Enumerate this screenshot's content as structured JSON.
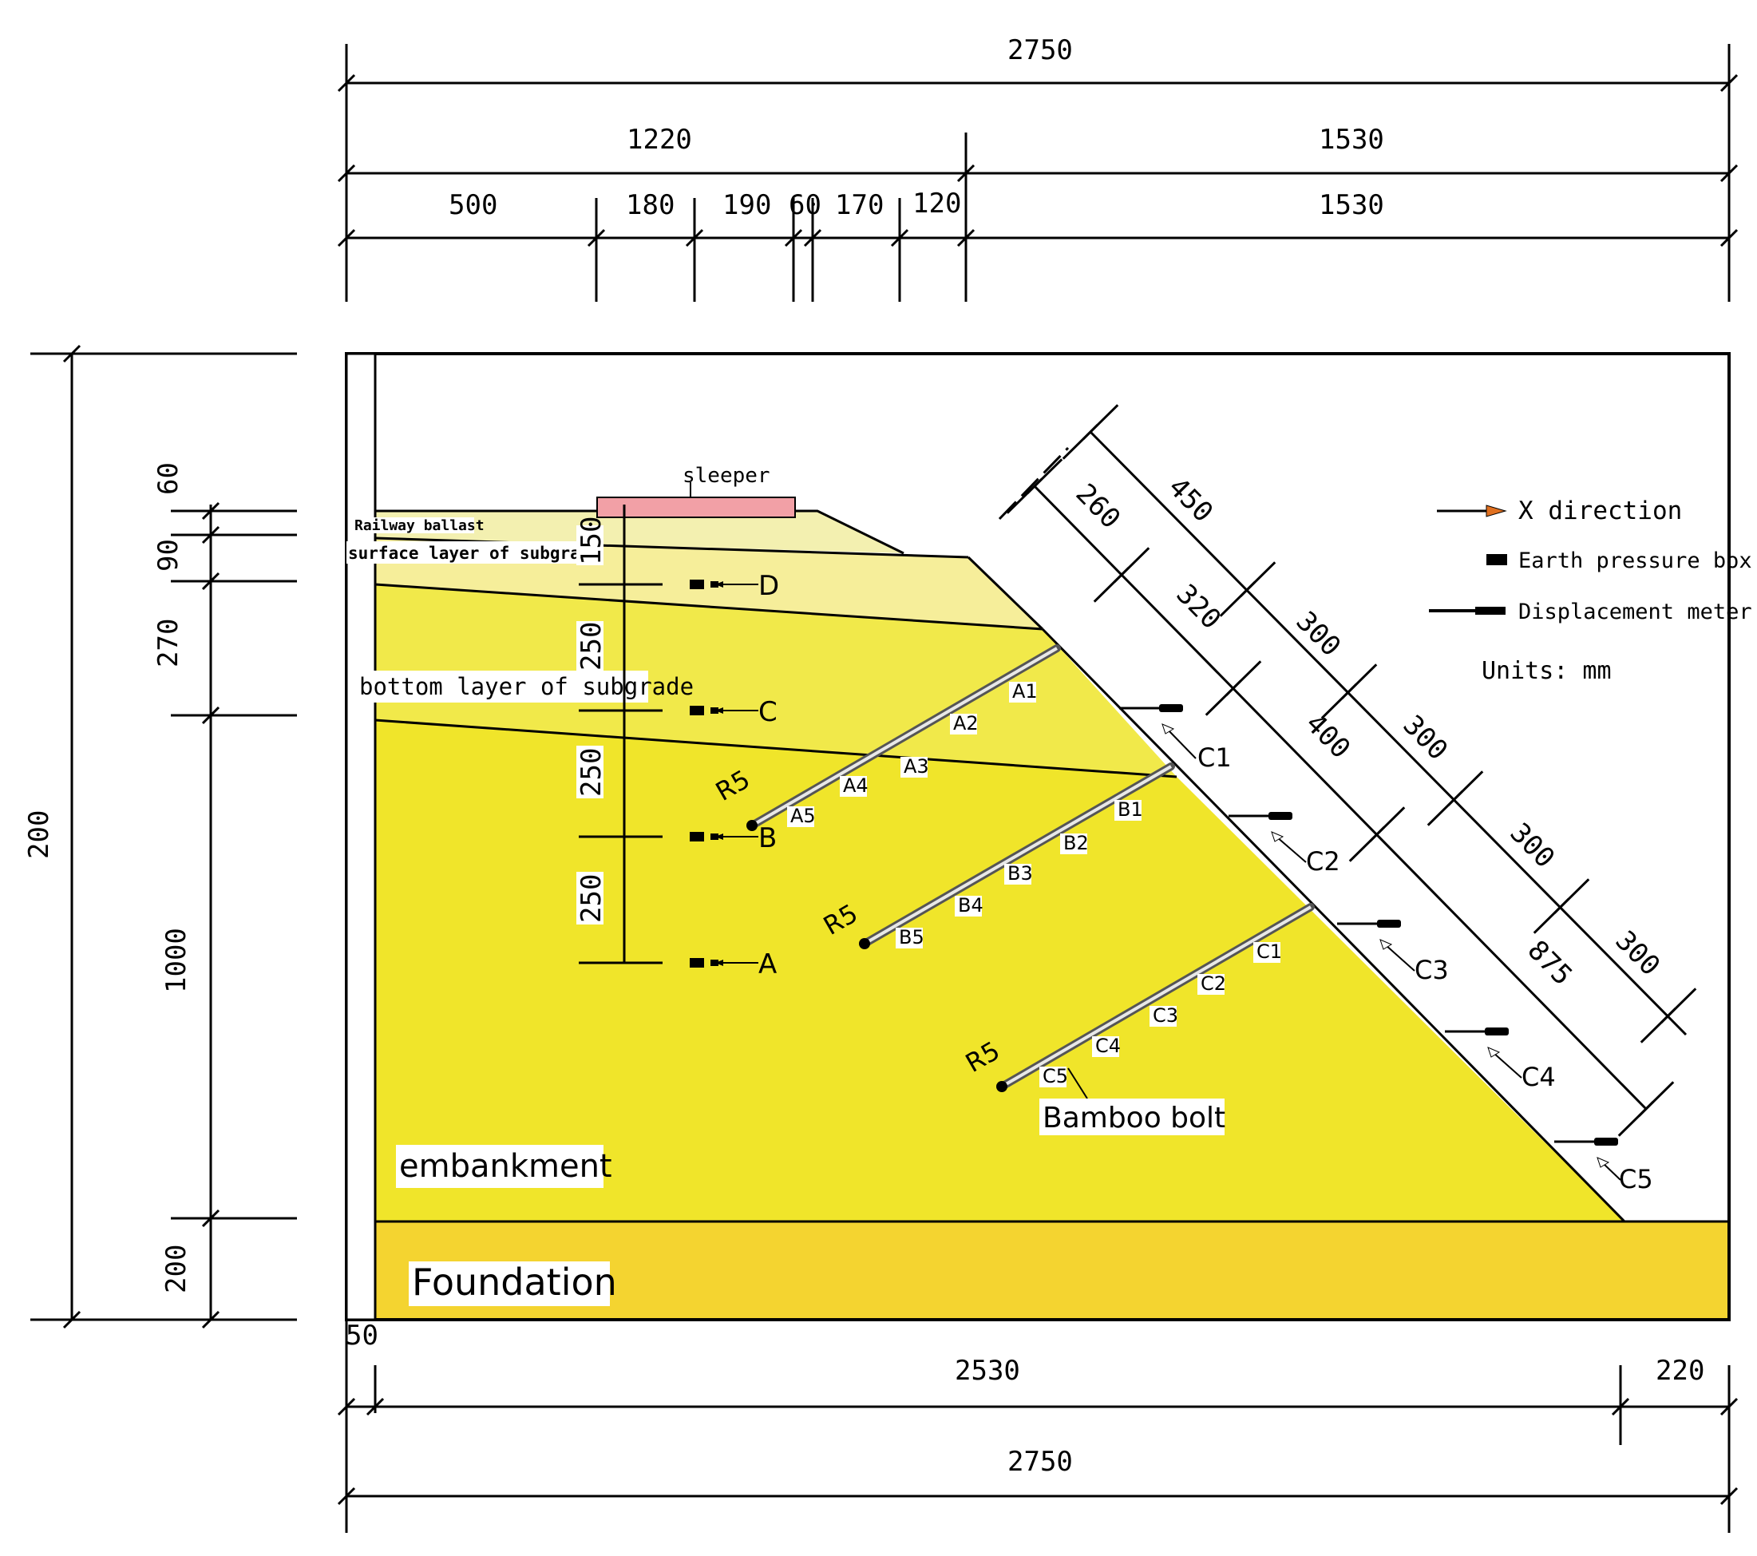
{
  "dimensions": {
    "top_total": "2750",
    "top_left": "1220",
    "top_right": "1530",
    "top_seg_1": "500",
    "top_seg_2": "180",
    "top_seg_3": "190",
    "top_seg_4": "60",
    "top_seg_5": "170",
    "top_seg_6": "120",
    "top_seg_7": "1530",
    "bottom_wall": "50",
    "bottom_main": "2530",
    "bottom_right": "220",
    "bottom_total": "2750",
    "left_total": "200",
    "left_seg_1": "60",
    "left_seg_2": "90",
    "left_seg_3": "270",
    "left_seg_4": "1000",
    "left_seg_5": "200",
    "vertical_150": "150",
    "vertical_250_a": "250",
    "vertical_250_b": "250",
    "vertical_250_c": "250",
    "slope_outer_1": "450",
    "slope_outer_2": "300",
    "slope_outer_3": "300",
    "slope_outer_4": "300",
    "slope_outer_5": "300",
    "slope_inner_1": "260",
    "slope_inner_2": "320",
    "slope_inner_3": "400",
    "slope_inner_4": "875"
  },
  "labels": {
    "sleeper": "sleeper",
    "ballast": "Railway ballast",
    "surface_layer": "surface layer of subgrade",
    "bottom_layer": "bottom layer of subgrade",
    "embankment": "embankment",
    "foundation": "Foundation",
    "bamboo_bolt": "Bamboo bolt",
    "r5_a": "R5",
    "r5_b": "R5",
    "r5_c": "R5"
  },
  "legend": {
    "x_direction": "X direction",
    "earth_pressure_box": "Earth pressure box",
    "displacement_meter": "Displacement meter",
    "units": "Units: mm"
  },
  "pressure_points": [
    "D",
    "C",
    "B",
    "A"
  ],
  "bolt_a_points": [
    "A1",
    "A2",
    "A3",
    "A4",
    "A5"
  ],
  "bolt_b_points": [
    "B1",
    "B2",
    "B3",
    "B4",
    "B5"
  ],
  "bolt_c_points": [
    "C1",
    "C2",
    "C3",
    "C4",
    "C5"
  ],
  "displacement_meters": [
    "C1",
    "C2",
    "C3",
    "C4",
    "C5"
  ],
  "colors": {
    "ballast": "#f3f0b0",
    "surface_layer": "#f6ee9a",
    "bottom_layer": "#f1e94a",
    "embankment": "#f0e52a",
    "foundation": "#f4d430",
    "sleeper": "#f2a0a6",
    "arrow_tip": "#e07020"
  }
}
